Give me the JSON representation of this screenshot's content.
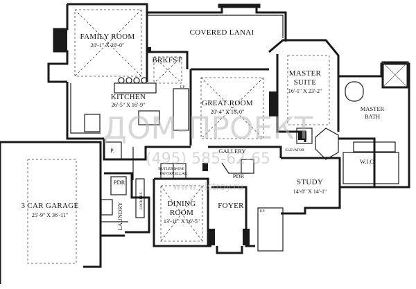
{
  "rooms": {
    "family_room": {
      "name": "FAMILY ROOM",
      "dims": "20'-1\" X 20'-0\""
    },
    "covered_lanai": {
      "name": "COVERED LANAI"
    },
    "brkfst": {
      "name": "BRKFST"
    },
    "kitchen": {
      "name": "KITCHEN",
      "dims": "26'-5\" X 16'-9\""
    },
    "great_room": {
      "name": "GREAT ROOM",
      "dims": "20'-4\" X 18'-0\""
    },
    "master_suite": {
      "name": "MASTER",
      "name2": "SUITE",
      "dims": "16'-1\" X 23'-2\""
    },
    "master_bath": {
      "name": "MASTER",
      "name2": "BATH"
    },
    "wic": {
      "name": "W.I.C."
    },
    "elevator": {
      "name": "ELEVATOR"
    },
    "gallery": {
      "name": "GALLERY"
    },
    "butlers_pantry": {
      "name": "BUTLER'S",
      "name2": "PANTRY"
    },
    "wine_cellar": {
      "name": "WINE",
      "name2": "CELLAR"
    },
    "pdr_center": {
      "name": "PDR"
    },
    "pdr_left": {
      "name": "PDR"
    },
    "pantry": {
      "name": "P."
    },
    "study": {
      "name": "STUDY",
      "dims": "14'-8\" X 14'-1\""
    },
    "dining_room": {
      "name": "DINING",
      "name2": "ROOM",
      "dims": "13'-11\" X 16'-5\""
    },
    "foyer": {
      "name": "FOYER"
    },
    "garage": {
      "name": "3 CAR GARAGE",
      "dims": "25'-9\" X 36'-11\""
    },
    "laundry": {
      "name": "LAUNDRY"
    },
    "lockers": {
      "name": "LOCKERS"
    }
  },
  "stairs": {
    "up_kitchen": "UP",
    "up_foyer": "UP"
  },
  "watermark": {
    "line1": "ДОМ-ПРОЕКТ",
    "line2": "(495) 585-62-65",
    "line3": "www.vistroy.ru"
  }
}
